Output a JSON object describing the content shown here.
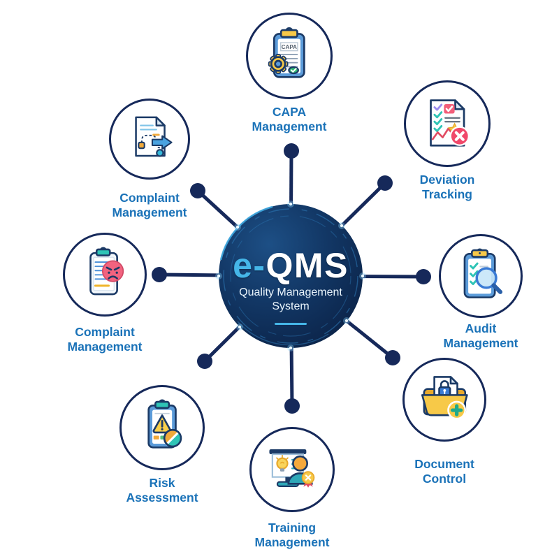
{
  "diagram": {
    "hub": {
      "title_accent": "e-",
      "title_main": "QMS",
      "subtitle_line1": "Quality Management",
      "subtitle_line2": "System"
    },
    "nodes": [
      {
        "id": "capa-management",
        "label_line1": "CAPA",
        "label_line2": "Management",
        "icon": "clipboard-gear-icon",
        "icon_text": "CAPA"
      },
      {
        "id": "deviation-tracking",
        "label_line1": "Deviation",
        "label_line2": "Tracking",
        "icon": "checklist-error-icon"
      },
      {
        "id": "audit-management",
        "label_line1": "Audit",
        "label_line2": "Management",
        "icon": "clipboard-magnifier-icon"
      },
      {
        "id": "document-control",
        "label_line1": "Document",
        "label_line2": "Control",
        "icon": "folder-lock-plus-icon"
      },
      {
        "id": "training-management",
        "label_line1": "Training",
        "label_line2": "Management",
        "icon": "presentation-trainer-icon"
      },
      {
        "id": "risk-assessment",
        "label_line1": "Risk",
        "label_line2": "Assessment",
        "icon": "clipboard-warning-icon"
      },
      {
        "id": "complaint-management-left",
        "label_line1": "Complaint",
        "label_line2": "Management",
        "icon": "clipboard-angry-face-icon"
      },
      {
        "id": "complaint-management-top-left",
        "label_line1": "Complaint",
        "label_line2": "Management",
        "icon": "document-process-arrow-icon"
      }
    ],
    "colors": {
      "label_text": "#1a72b8",
      "node_border": "#16295a",
      "spoke": "#16295a",
      "hub_dark": "#0a1f42",
      "hub_mid": "#123765",
      "hub_light": "#1d4f85",
      "accent_light_blue": "#45b6e8",
      "hub_text": "#ffffff"
    }
  }
}
